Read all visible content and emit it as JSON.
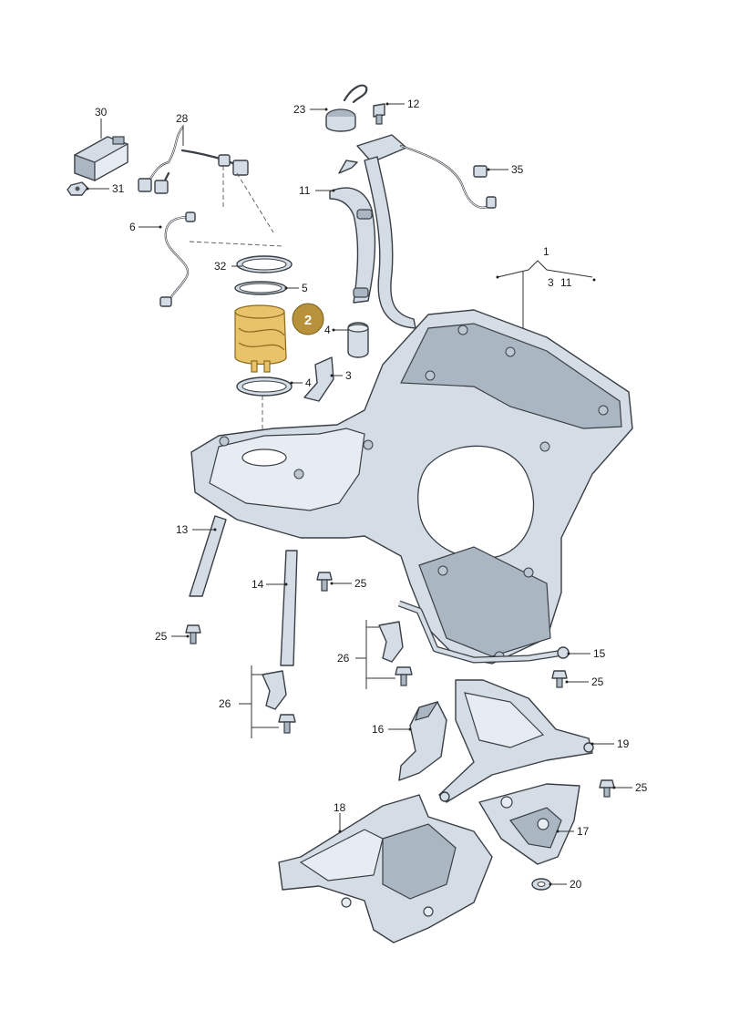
{
  "diagram": {
    "labels": {
      "p1": "1",
      "p3": "3",
      "p4a": "4",
      "p4b": "4",
      "p5": "5",
      "p6": "6",
      "p11a": "11",
      "p11b": "11",
      "p12": "12",
      "p13": "13",
      "p14": "14",
      "p15": "15",
      "p16": "16",
      "p17": "17",
      "p18": "18",
      "p19": "19",
      "p20": "20",
      "p23": "23",
      "p25a": "25",
      "p25b": "25",
      "p25c": "25",
      "p25d": "25",
      "p25e": "25",
      "p26a": "26",
      "p26b": "26",
      "p28": "28",
      "p30": "30",
      "p31": "31",
      "p32": "32",
      "p35": "35",
      "p1_sub3": "3"
    },
    "highlight": {
      "label": "2",
      "color": "#b8923a"
    }
  }
}
